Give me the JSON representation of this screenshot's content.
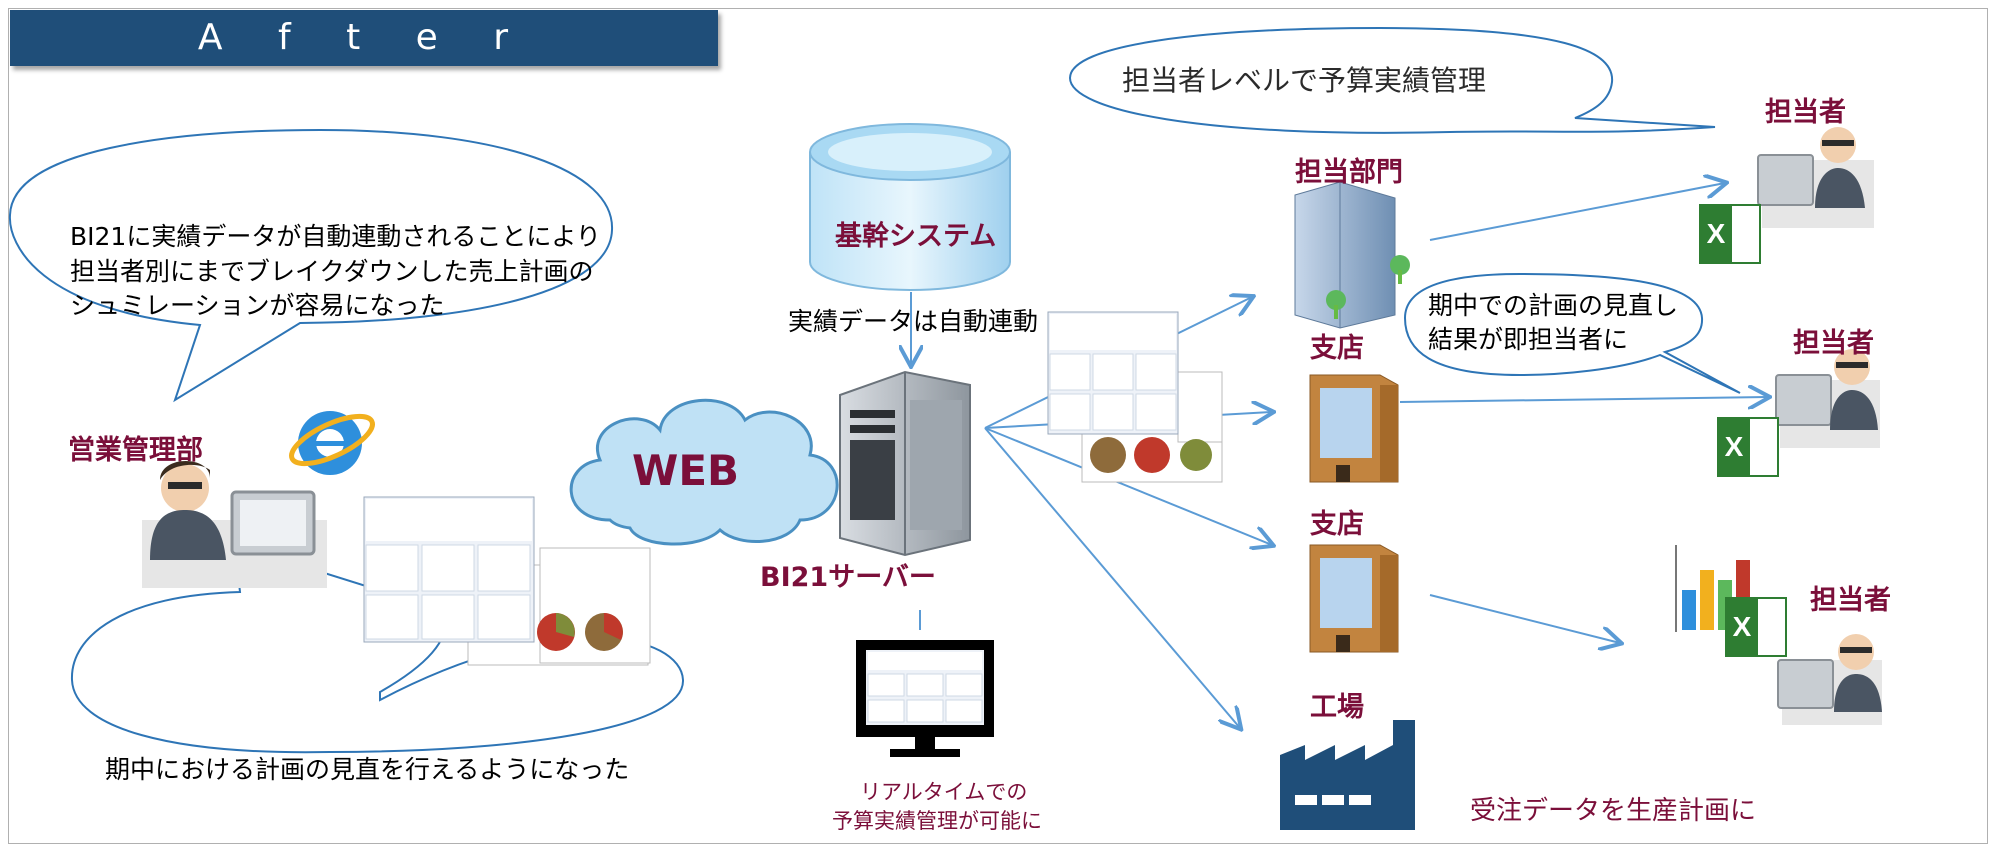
{
  "title": "A f t e r",
  "bubbles": {
    "sales_top": [
      "BI21に実績データが自動連動されることにより",
      "担当者別にまでブレイクダウンした売上計画の",
      "シュミレーションが容易になった"
    ],
    "sales_bottom": "期中における計画の見直を行えるようになった",
    "top_right": "担当者レベルで予算実績管理",
    "middle_right": [
      "期中での計画の見直し",
      "結果が即担当者に"
    ]
  },
  "labels": {
    "sales_dept": "営業管理部",
    "web": "WEB",
    "core_system": "基幹システム",
    "auto_link": "実績データは自動連動",
    "server": "BI21サーバー",
    "realtime": [
      "リアルタイムでの",
      "予算実績管理が可能に"
    ],
    "dept": "担当部門",
    "branch1": "支店",
    "branch2": "支店",
    "factory": "工場",
    "order_note": "受注データを生産計画に",
    "person1": "担当者",
    "person2": "担当者",
    "person3": "担当者"
  },
  "colors": {
    "title_bg": "#1f4e79",
    "accent": "#7b0f3a",
    "arrow": "#5b9bd5",
    "bubble_stroke": "#2e75b6"
  }
}
